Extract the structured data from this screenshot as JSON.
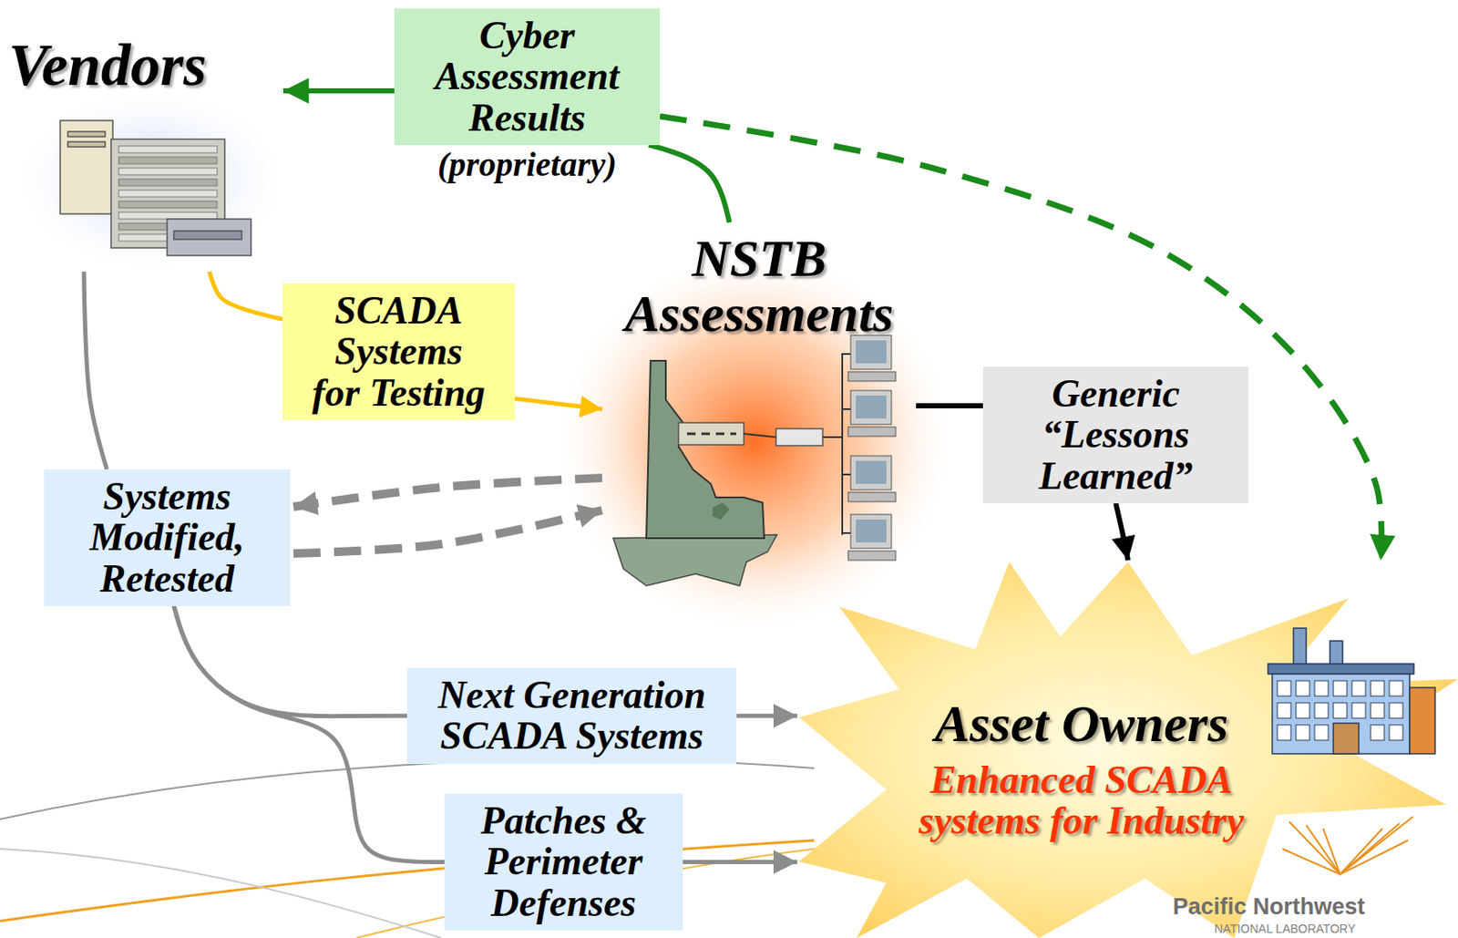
{
  "diagram": {
    "nodes": [
      {
        "text": [
          "Vendors"
        ]
      },
      {
        "text": [
          "Cyber Assessment Results",
          "(proprietary)"
        ]
      },
      {
        "text": [
          "SCADA Systems for Testing"
        ]
      },
      {
        "text": [
          "NSTB Assessments"
        ]
      },
      {
        "text": [
          "Generic “Lessons Learned”"
        ]
      },
      {
        "text": [
          "Systems Modified, Retested"
        ]
      },
      {
        "text": [
          "Next Generation SCADA Systems"
        ]
      },
      {
        "text": [
          "Patches & Perimeter Defenses"
        ]
      },
      {
        "text": [
          "Asset Owners",
          "Enhanced SCADA systems for Industry"
        ]
      }
    ],
    "edges": [
      {
        "from": 3,
        "to": 1,
        "arrow": "none"
      },
      {
        "from": 1,
        "to": 0,
        "arrow": "to"
      },
      {
        "from": 1,
        "to": 8,
        "arrow": "to"
      },
      {
        "from": 0,
        "to": 2,
        "arrow": "none"
      },
      {
        "from": 2,
        "to": 3,
        "arrow": "to"
      },
      {
        "from": 3,
        "to": 5,
        "arrow": "to"
      },
      {
        "from": 5,
        "to": 3,
        "arrow": "to"
      },
      {
        "from": 3,
        "to": 4,
        "arrow": "none"
      },
      {
        "from": 4,
        "to": 8,
        "arrow": "to"
      },
      {
        "from": 0,
        "to": 5,
        "arrow": "none"
      },
      {
        "from": 5,
        "to": 6,
        "arrow": "none"
      },
      {
        "from": 5,
        "to": 7,
        "arrow": "none"
      },
      {
        "from": 6,
        "to": 8,
        "arrow": "to"
      },
      {
        "from": 7,
        "to": 8,
        "arrow": "to"
      }
    ],
    "labels": [
      "Pacific Northwest",
      "NATIONAL LABORATORY"
    ]
  }
}
